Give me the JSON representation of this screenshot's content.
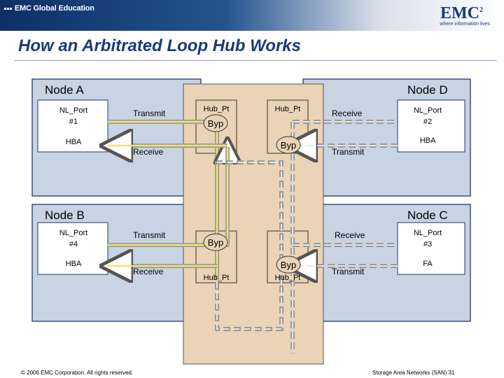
{
  "header": {
    "left_logo": "EMC Global Education",
    "right_logo": "EMC",
    "right_logo_sup": "2",
    "tagline": "where information lives"
  },
  "title": "How an Arbitrated Loop Hub Works",
  "nodes": {
    "a": {
      "label": "Node A",
      "port": [
        "NL_Port",
        "#1"
      ],
      "adapter": "HBA",
      "tx": "Transmit",
      "rx": "Receive"
    },
    "b": {
      "label": "Node B",
      "port": [
        "NL_Port",
        "#4"
      ],
      "adapter": "HBA",
      "tx": "Transmit",
      "rx": "Receive"
    },
    "c": {
      "label": "Node C",
      "port": [
        "NL_Port",
        "#3"
      ],
      "adapter": "FA",
      "tx": "Transmit",
      "rx": "Receive"
    },
    "d": {
      "label": "Node D",
      "port": [
        "NL_Port",
        "#2"
      ],
      "adapter": "HBA",
      "tx": "Transmit",
      "rx": "Receive"
    }
  },
  "hub": {
    "port_label": "Hub_Pt",
    "bypass_label": "Byp"
  },
  "footer": {
    "copyright": "© 2006 EMC Corporation. All rights reserved.",
    "course": "Storage Area Networks (SAN) 31"
  },
  "colors": {
    "node_fill": "#c8d3e3",
    "node_border": "#1f3a6e",
    "hub_fill": "#ead3b6",
    "wire_gray": "#9a9a9a",
    "wire_yellow": "#f2e46c",
    "title": "#1a3a78"
  }
}
